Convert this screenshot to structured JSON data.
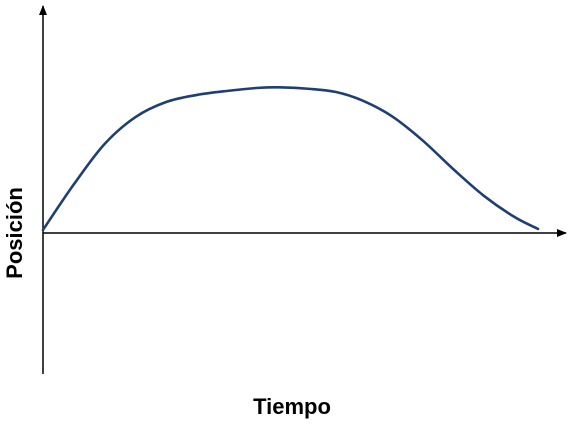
{
  "chart_data": {
    "type": "line",
    "title": "",
    "xlabel": "Tiempo",
    "ylabel": "Posición",
    "xlim": [
      0,
      10
    ],
    "ylim": [
      -2.8,
      4.4
    ],
    "grid": false,
    "legend": "none",
    "ticks": false,
    "series": [
      {
        "color": "#1f3f74",
        "x": [
          0,
          0.6,
          1.2,
          1.8,
          2.4,
          3.0,
          3.6,
          4.2,
          4.6,
          5.2,
          5.7,
          6.2,
          6.8,
          7.4,
          8.0,
          8.6,
          9.2,
          9.65
        ],
        "y": [
          0.05,
          0.95,
          1.75,
          2.28,
          2.58,
          2.72,
          2.8,
          2.86,
          2.87,
          2.84,
          2.78,
          2.62,
          2.3,
          1.82,
          1.25,
          0.72,
          0.3,
          0.07
        ]
      }
    ]
  }
}
